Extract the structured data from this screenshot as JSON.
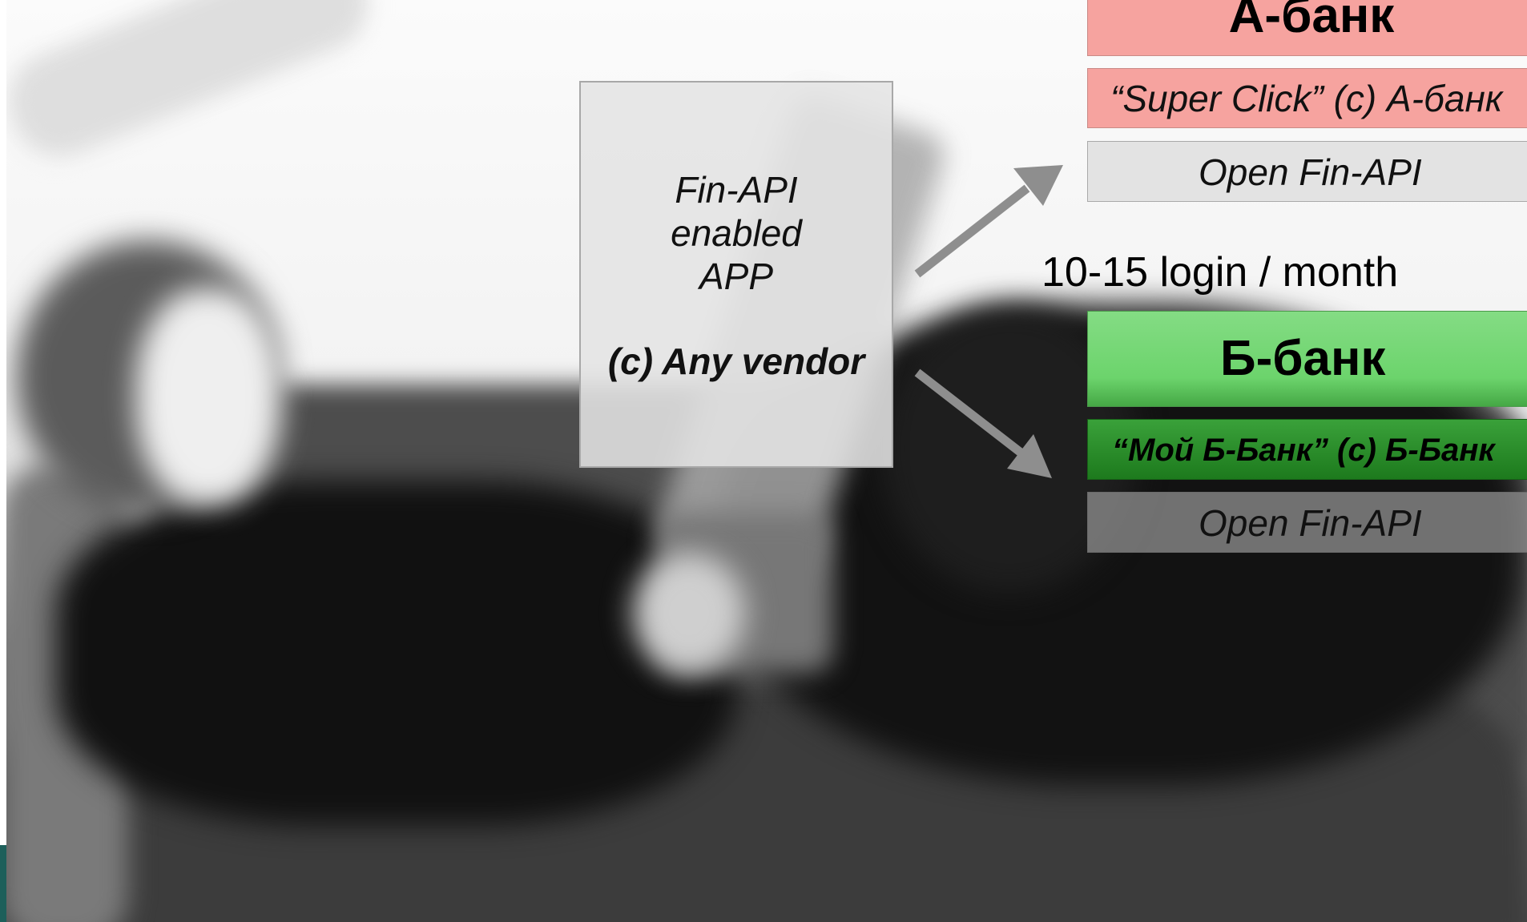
{
  "app_box": {
    "line1": "Fin-API",
    "line2": "enabled",
    "line3": "APP",
    "vendor": "(c) Any vendor"
  },
  "bank_a": {
    "title": "А-банк",
    "app": "“Super Click” (c) А-банк",
    "api": "Open Fin-API",
    "color": "#f6a39f"
  },
  "login_note": "10-15 login / month",
  "bank_b": {
    "title": "Б-банк",
    "app": "“Мой Б-Банк” (c) Б-Банк",
    "api": "Open Fin-API",
    "color": "#6cd46c"
  }
}
